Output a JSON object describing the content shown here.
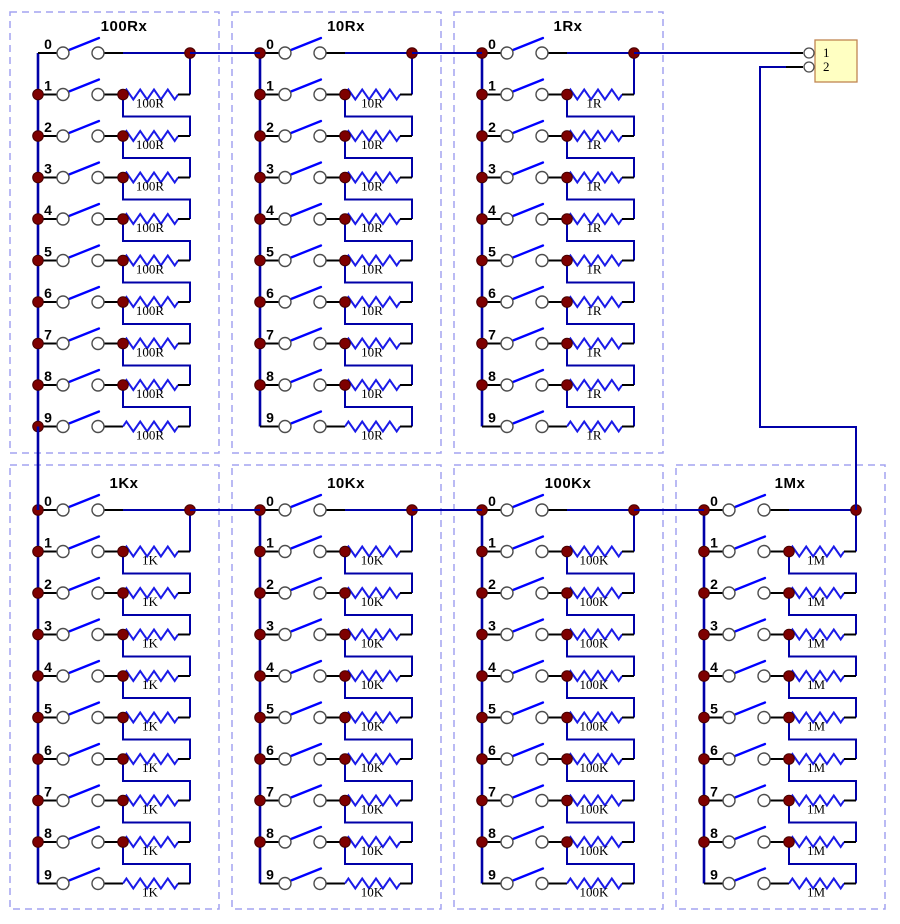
{
  "banks": [
    {
      "title": "100Rx",
      "resistor_label": "100R"
    },
    {
      "title": "10Rx",
      "resistor_label": "10R"
    },
    {
      "title": "1Rx",
      "resistor_label": "1R"
    },
    {
      "title": "1Kx",
      "resistor_label": "1K"
    },
    {
      "title": "10Kx",
      "resistor_label": "10K"
    },
    {
      "title": "100Kx",
      "resistor_label": "100K"
    },
    {
      "title": "1Mx",
      "resistor_label": "1M"
    }
  ],
  "rows": [
    "0",
    "1",
    "2",
    "3",
    "4",
    "5",
    "6",
    "7",
    "8",
    "9"
  ],
  "terminal_block": {
    "pins": [
      "1",
      "2"
    ]
  },
  "colors": {
    "wire": "#0000A8",
    "lever": "#0000FF",
    "resistor": "#1A1AE8",
    "stub": "#000000",
    "junction": "#7E0000",
    "junction_border": "#450000",
    "bank_border": "#A3A3F0",
    "terminal_fill": "#FFFFC2",
    "terminal_border": "#C08552",
    "switch_contact_stroke": "#4D4D4D",
    "resistor_text": "#1C1C38"
  }
}
